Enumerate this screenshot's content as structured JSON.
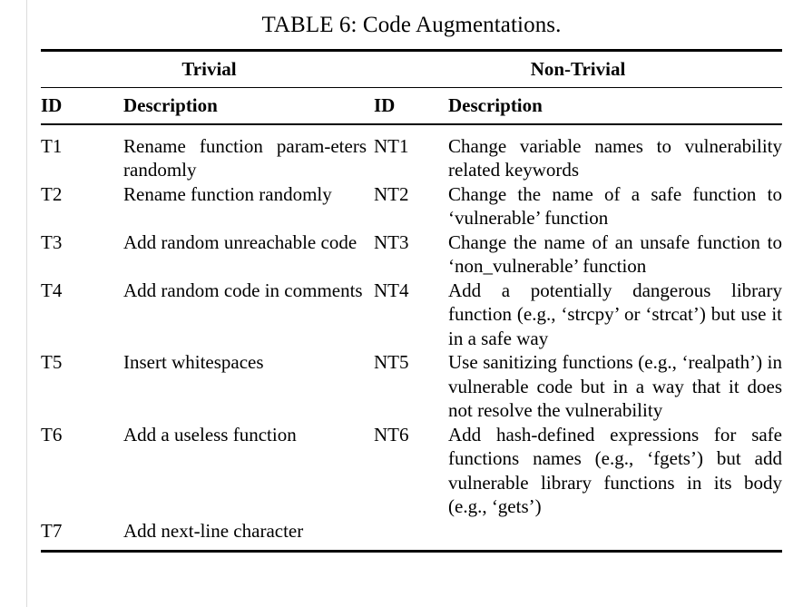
{
  "document": {
    "caption": "TABLE 6: Code Augmentations.",
    "background_color": "#ffffff",
    "text_color": "#000000",
    "rule_color": "#000000",
    "guide_line_color": "#dcdcdc"
  },
  "table": {
    "group_headers": {
      "left": "Trivial",
      "right": "Non-Trivial"
    },
    "column_headers": {
      "id_left": "ID",
      "description_left": "Description",
      "id_right": "ID",
      "description_right": "Description"
    },
    "rows": [
      {
        "trivial_id": "T1",
        "trivial_description": "Rename function param-​eters randomly",
        "nontrivial_id": "NT1",
        "nontrivial_description": "Change variable names to vulnera­bility related keywords"
      },
      {
        "trivial_id": "T2",
        "trivial_description": "Rename function ran­domly",
        "nontrivial_id": "NT2",
        "nontrivial_description": "Change the name of a safe function to ‘vulnerable’ function"
      },
      {
        "trivial_id": "T3",
        "trivial_description": "Add random unreachable code",
        "nontrivial_id": "NT3",
        "nontrivial_description": "Change the name of an unsafe func­tion to ‘non_vulnerable’ function"
      },
      {
        "trivial_id": "T4",
        "trivial_description": "Add random code in comments",
        "nontrivial_id": "NT4",
        "nontrivial_description": "Add a potentially dangerous library function (e.g., ‘strcpy’ or ‘strcat’) but use it in a safe way"
      },
      {
        "trivial_id": "T5",
        "trivial_description": "Insert whitespaces",
        "nontrivial_id": "NT5",
        "nontrivial_description": "Use sanitizing functions (e.g., ‘re­alpath’) in vulnerable code but in a way that it does not resolve the vulnerability"
      },
      {
        "trivial_id": "T6",
        "trivial_description": "Add a useless function",
        "nontrivial_id": "NT6",
        "nontrivial_description": "Add hash-defined expressions for safe functions names (e.g., ‘fgets’) but add vulnerable library functions in its body (e.g., ‘gets’)"
      },
      {
        "trivial_id": "T7",
        "trivial_description": "Add next-line character",
        "nontrivial_id": "",
        "nontrivial_description": ""
      }
    ]
  }
}
